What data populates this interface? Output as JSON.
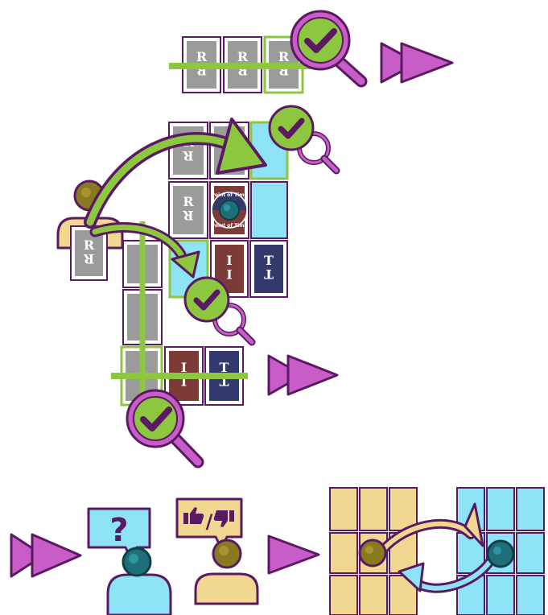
{
  "colors": {
    "outline": "#5a1a63",
    "green": "#8dc63f",
    "magenta": "#c95dc7",
    "grey_card": "#9b9b9b",
    "red_card": "#7d3b38",
    "blue_card": "#333a6b",
    "cyan": "#8ee3f5",
    "sand": "#f1d78f",
    "olive_token": "#8a7a1f",
    "teal_token": "#1f6f7a"
  },
  "icons": [
    "check-magnifier-icon",
    "fast-forward-icon",
    "play-icon",
    "person-icon",
    "question-bubble-icon",
    "thumbs-up-down-bubble-icon",
    "swap-arrows-icon"
  ],
  "card_letters": {
    "grey": "R",
    "red": "I",
    "blue": "T"
  },
  "token_text": "Point of Time",
  "question_mark": "?",
  "thumbs_divider": "/"
}
